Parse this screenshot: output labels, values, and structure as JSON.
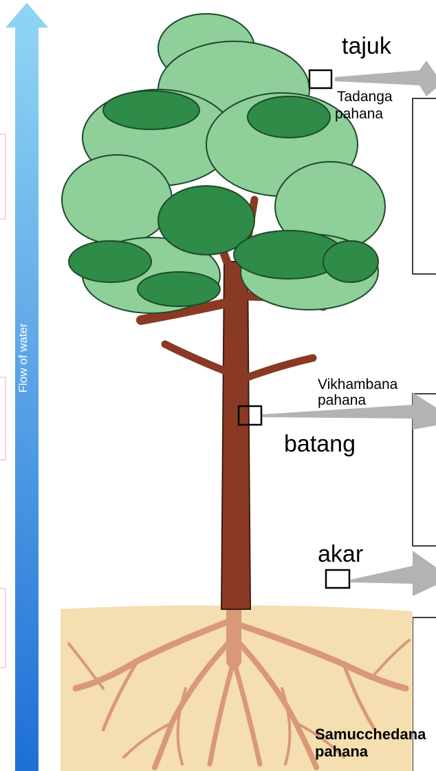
{
  "flow_arrow": {
    "label": "Flow of water",
    "top_color": "#8fd3f4",
    "bottom_color": "#1e6fd6"
  },
  "labels": {
    "crown": "tajuk",
    "crown_section_line1": "Tadanga",
    "crown_section_line2": "pahana",
    "stem_section_line1": "Vikhambana",
    "stem_section_line2": "pahana",
    "stem": "batang",
    "root": "akar",
    "root_section_line1": "Samucchedana",
    "root_section_line2": "pahana"
  },
  "colors": {
    "foliage_light": "#8fcf9a",
    "foliage_dark": "#2e8b48",
    "trunk": "#8a3a24",
    "soil": "#f5deb0",
    "roots": "#d99877",
    "pointer_arrow": "#b3b3b3"
  }
}
